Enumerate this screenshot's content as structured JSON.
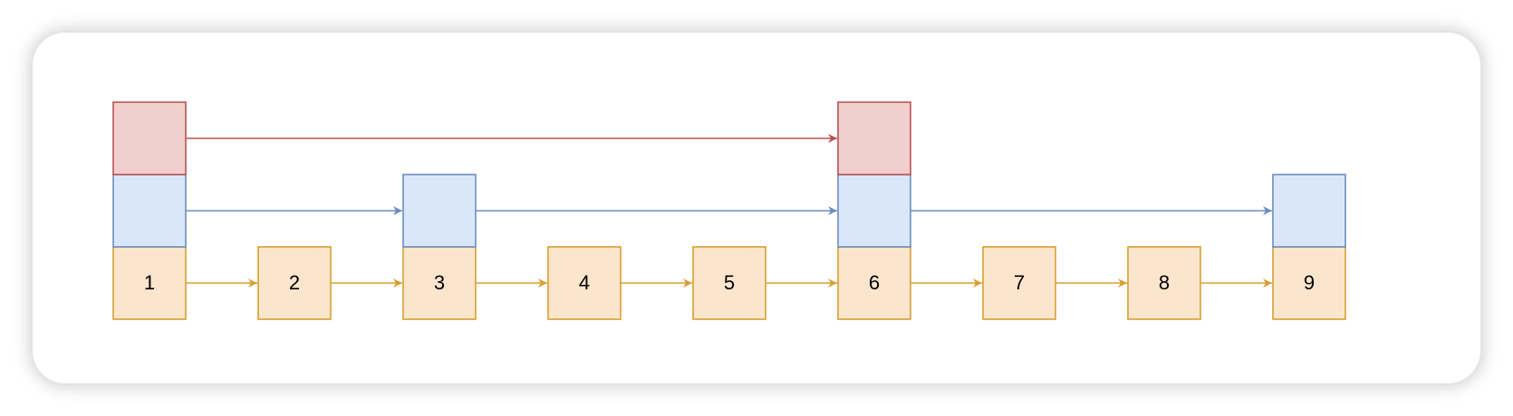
{
  "diagram": {
    "levels": [
      {
        "name": "level-0",
        "fill": "#fce5cd",
        "stroke": "#d6a032",
        "arrow": "#d6a032",
        "nodes": [
          "1",
          "2",
          "3",
          "4",
          "5",
          "6",
          "7",
          "8",
          "9"
        ]
      },
      {
        "name": "level-1",
        "fill": "#dae7fb",
        "stroke": "#6c8ebf",
        "arrow": "#6c8ebf",
        "nodes": [
          "1",
          "3",
          "6",
          "9"
        ]
      },
      {
        "name": "level-2",
        "fill": "#f2cfcf",
        "stroke": "#b85450",
        "arrow": "#b85450",
        "nodes": [
          "1",
          "6"
        ]
      }
    ]
  }
}
